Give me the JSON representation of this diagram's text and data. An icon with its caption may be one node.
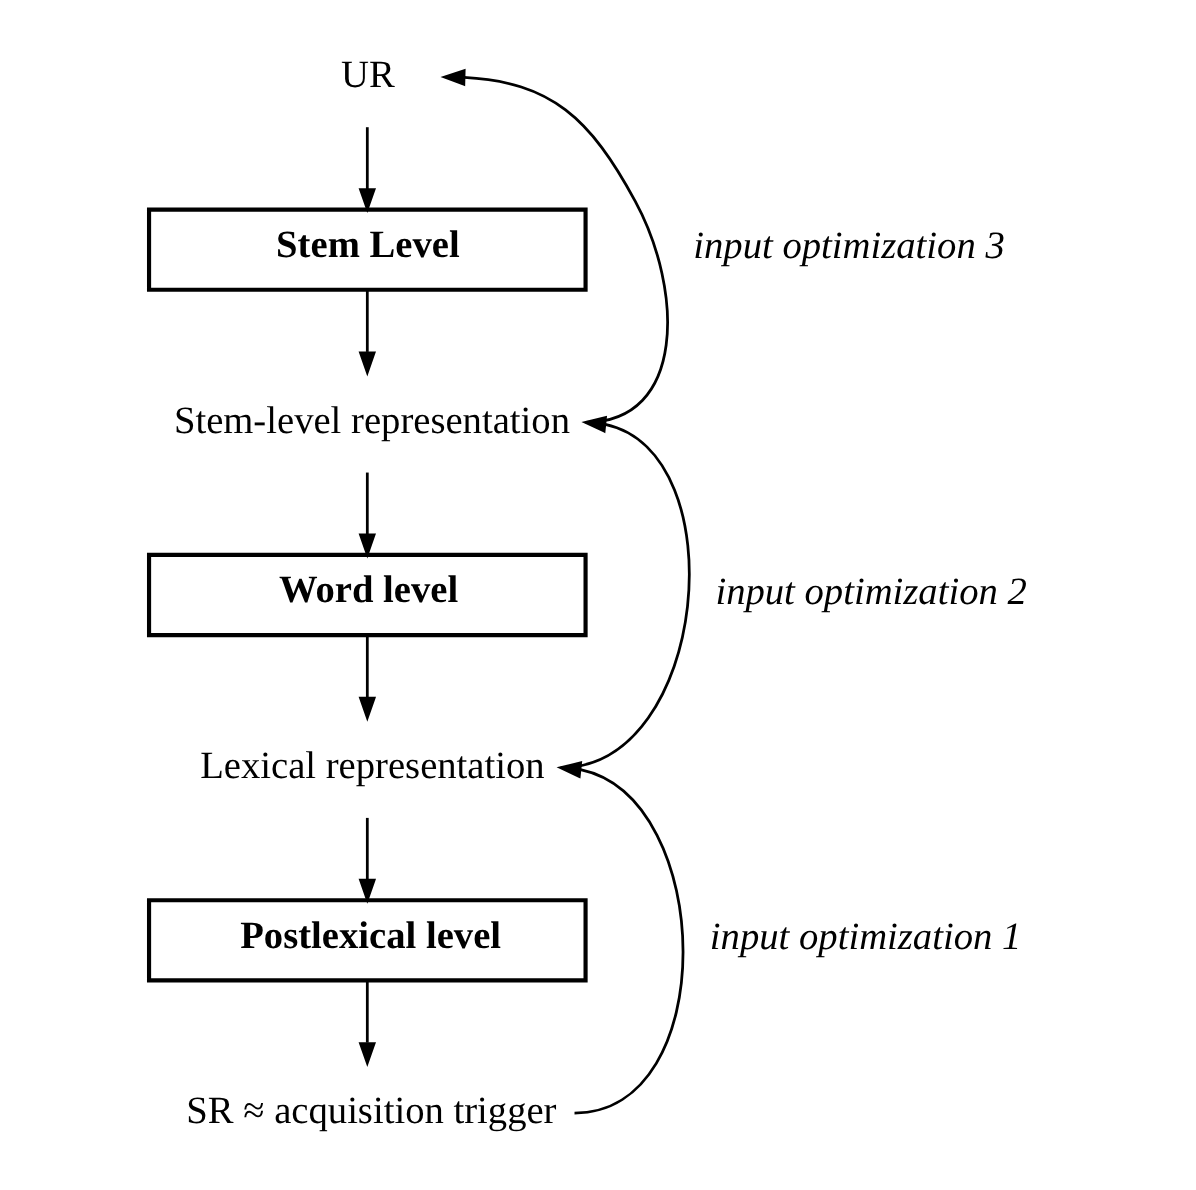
{
  "diagram": {
    "nodes": [
      {
        "text": [
          "UR"
        ]
      },
      {
        "text": [
          "Stem Level"
        ]
      },
      {
        "text": [
          "Stem-level representation"
        ]
      },
      {
        "text": [
          "Word level"
        ]
      },
      {
        "text": [
          "Lexical representation"
        ]
      },
      {
        "text": [
          "Postlexical level"
        ]
      },
      {
        "text": [
          "SR ≈ acquisition trigger"
        ]
      }
    ],
    "edges": [
      {
        "from": 0,
        "to": 1,
        "arrow": "to"
      },
      {
        "from": 1,
        "to": 2,
        "arrow": "to"
      },
      {
        "from": 2,
        "to": 3,
        "arrow": "to"
      },
      {
        "from": 3,
        "to": 4,
        "arrow": "to"
      },
      {
        "from": 4,
        "to": 5,
        "arrow": "to"
      },
      {
        "from": 5,
        "to": 6,
        "arrow": "to"
      },
      {
        "from": 2,
        "to": 0,
        "arrow": "to",
        "label": "input optimization 3"
      },
      {
        "from": 4,
        "to": 2,
        "arrow": "to",
        "label": "input optimization 2"
      },
      {
        "from": 6,
        "to": 4,
        "arrow": "to",
        "label": "input optimization 1"
      }
    ]
  }
}
